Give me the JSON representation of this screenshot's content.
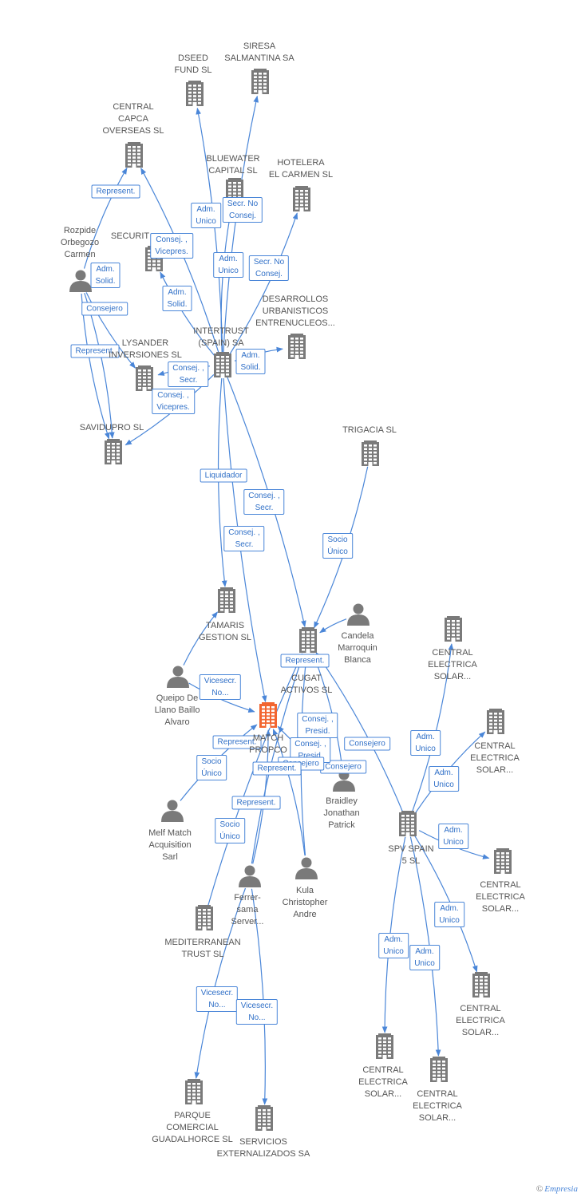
{
  "colors": {
    "node": "#7a7a7a",
    "focus": "#f26530",
    "edge": "#4a86d8"
  },
  "brand": {
    "copyright": "©",
    "name": "Empresia"
  },
  "nodes": [
    {
      "id": "dseed",
      "type": "company",
      "label": "DSEED\nFUND  SL"
    },
    {
      "id": "siresa",
      "type": "company",
      "label": "SIRESA\nSALMANTINA SA"
    },
    {
      "id": "capca",
      "type": "company",
      "label": "CENTRAL\nCAPCA\nOVERSEAS SL"
    },
    {
      "id": "bluewater",
      "type": "company",
      "label": "BLUEWATER\nCAPITAL SL"
    },
    {
      "id": "hotelera",
      "type": "company",
      "label": "HOTELERA\nEL CARMEN SL"
    },
    {
      "id": "rozpide",
      "type": "person",
      "label": "Rozpide\nOrbegozo\nCarmen"
    },
    {
      "id": "securit",
      "type": "company",
      "label": "SECURIT"
    },
    {
      "id": "desarrollos",
      "type": "company",
      "label": "DESARROLLOS\nURBANISTICOS\nENTRENUCLEOS..."
    },
    {
      "id": "intertrust",
      "type": "company",
      "label": "INTERTRUST\n(SPAIN) SA"
    },
    {
      "id": "lysander",
      "type": "company",
      "label": "LYSANDER\nINVERSIONES SL"
    },
    {
      "id": "savidupro",
      "type": "company",
      "label": "SAVIDUPRO SL"
    },
    {
      "id": "trigacia",
      "type": "company",
      "label": "TRIGACIA  SL"
    },
    {
      "id": "tamaris",
      "type": "company",
      "label": "TAMARIS\nGESTION SL"
    },
    {
      "id": "candela",
      "type": "person",
      "label": "Candela\nMarroquin\nBlanca"
    },
    {
      "id": "cugat",
      "type": "company",
      "label": "CUGAT\nACTIVOS  SL"
    },
    {
      "id": "ce1",
      "type": "company",
      "label": "CENTRAL\nELECTRICA\nSOLAR..."
    },
    {
      "id": "queipo",
      "type": "person",
      "label": "Queipo De\nLlano Baillo\nAlvaro"
    },
    {
      "id": "match",
      "type": "focus",
      "label": "MATCH\nPROPCO"
    },
    {
      "id": "ce2",
      "type": "company",
      "label": "CENTRAL\nELECTRICA\nSOLAR..."
    },
    {
      "id": "braidley",
      "type": "person",
      "label": "Braidley\nJonathan\nPatrick"
    },
    {
      "id": "melf",
      "type": "person",
      "label": "Melf Match\nAcquisition\nSarl"
    },
    {
      "id": "spv",
      "type": "company",
      "label": "SPV SPAIN\n5  SL"
    },
    {
      "id": "ce3",
      "type": "company",
      "label": "CENTRAL\nELECTRICA\nSOLAR..."
    },
    {
      "id": "ferrer",
      "type": "person",
      "label": "Ferrer-\nsama\nServer..."
    },
    {
      "id": "kula",
      "type": "person",
      "label": "Kula\nChristopher\nAndre"
    },
    {
      "id": "mediterranean",
      "type": "company",
      "label": "MEDITERRANEAN\nTRUST  SL"
    },
    {
      "id": "ce4",
      "type": "company",
      "label": "CENTRAL\nELECTRICA\nSOLAR..."
    },
    {
      "id": "ce5",
      "type": "company",
      "label": "CENTRAL\nELECTRICA\nSOLAR..."
    },
    {
      "id": "ce6",
      "type": "company",
      "label": "CENTRAL\nELECTRICA\nSOLAR..."
    },
    {
      "id": "parque",
      "type": "company",
      "label": "PARQUE\nCOMERCIAL\nGUADALHORCE SL"
    },
    {
      "id": "servicios",
      "type": "company",
      "label": "SERVICIOS\nEXTERNALIZADOS SA"
    }
  ],
  "edges": [
    {
      "from": "rozpide",
      "to": "capca",
      "label": "Represent."
    },
    {
      "from": "intertrust",
      "to": "dseed",
      "label": "Adm.\nUnico"
    },
    {
      "from": "intertrust",
      "to": "siresa",
      "label": "Secr.  No\nConsej."
    },
    {
      "from": "intertrust",
      "to": "capca",
      "label": "Consej. ,\nVicepres."
    },
    {
      "from": "intertrust",
      "to": "bluewater",
      "label": "Adm.\nUnico"
    },
    {
      "from": "intertrust",
      "to": "hotelera",
      "label": "Secr.  No\nConsej."
    },
    {
      "from": "intertrust",
      "to": "securit",
      "label": "Adm.\nSolid."
    },
    {
      "from": "rozpide",
      "to": "lysander",
      "label": "Adm.\nSolid."
    },
    {
      "from": "rozpide",
      "to": "savidupro",
      "label": "Consejero"
    },
    {
      "from": "rozpide",
      "to": "savidupro",
      "label": "Represent."
    },
    {
      "from": "intertrust",
      "to": "desarrollos",
      "label": "Adm.\nSolid."
    },
    {
      "from": "intertrust",
      "to": "lysander",
      "label": "Consej. ,\nSecr."
    },
    {
      "from": "intertrust",
      "to": "savidupro",
      "label": "Consej. ,\nVicepres."
    },
    {
      "from": "intertrust",
      "to": "tamaris",
      "label": "Liquidador"
    },
    {
      "from": "intertrust",
      "to": "cugat",
      "label": "Consej. ,\nSecr."
    },
    {
      "from": "intertrust",
      "to": "match",
      "label": "Consej. ,\nSecr."
    },
    {
      "from": "trigacia",
      "to": "cugat",
      "label": "Socio\nÚnico"
    },
    {
      "from": "candela",
      "to": "cugat",
      "label": "Represent."
    },
    {
      "from": "queipo",
      "to": "tamaris",
      "label": "Vicesecr.\nNo..."
    },
    {
      "from": "queipo",
      "to": "match",
      "label": "Represent."
    },
    {
      "from": "melf",
      "to": "match",
      "label": "Socio\nÚnico"
    },
    {
      "from": "braidley",
      "to": "cugat",
      "label": "Consej. ,\nPresid."
    },
    {
      "from": "braidley",
      "to": "match",
      "label": "Consejero"
    },
    {
      "from": "spv",
      "to": "cugat",
      "label": "Consejero"
    },
    {
      "from": "kula",
      "to": "cugat",
      "label": "Consej. ,\nPresid."
    },
    {
      "from": "kula",
      "to": "match",
      "label": "Consejero"
    },
    {
      "from": "ferrer",
      "to": "cugat",
      "label": "Represent."
    },
    {
      "from": "ferrer",
      "to": "match",
      "label": "Represent."
    },
    {
      "from": "mediterranean",
      "to": "cugat",
      "label": "Socio\nÚnico"
    },
    {
      "from": "spv",
      "to": "ce1",
      "label": "Adm.\nUnico"
    },
    {
      "from": "spv",
      "to": "ce2",
      "label": "Adm.\nUnico"
    },
    {
      "from": "spv",
      "to": "ce3",
      "label": "Adm.\nUnico"
    },
    {
      "from": "spv",
      "to": "ce4",
      "label": "Adm.\nUnico"
    },
    {
      "from": "spv",
      "to": "ce5",
      "label": "Adm.\nUnico"
    },
    {
      "from": "spv",
      "to": "ce6",
      "label": "Adm.\nUnico"
    },
    {
      "from": "ferrer",
      "to": "parque",
      "label": "Vicesecr.\nNo..."
    },
    {
      "from": "ferrer",
      "to": "servicios",
      "label": "Vicesecr.\nNo..."
    }
  ]
}
